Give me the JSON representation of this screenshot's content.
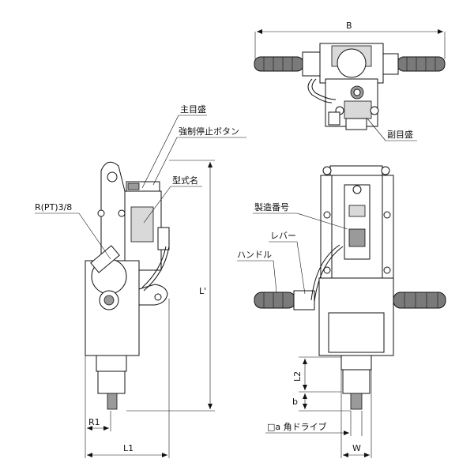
{
  "labels": {
    "main_dial": "主目盛",
    "emergency_stop": "強制停止ボタン",
    "model_name": "型式名",
    "port": "R(PT)3/8",
    "serial_no": "製造番号",
    "lever": "レバー",
    "handle": "ハンドル",
    "sub_dial": "副目盛",
    "square_drive": "□a 角ドライブ"
  },
  "dimensions": {
    "B": "B",
    "L_prime": "L'",
    "R1": "R1",
    "L1": "L1",
    "L2": "L2",
    "b": "b",
    "W": "W"
  }
}
